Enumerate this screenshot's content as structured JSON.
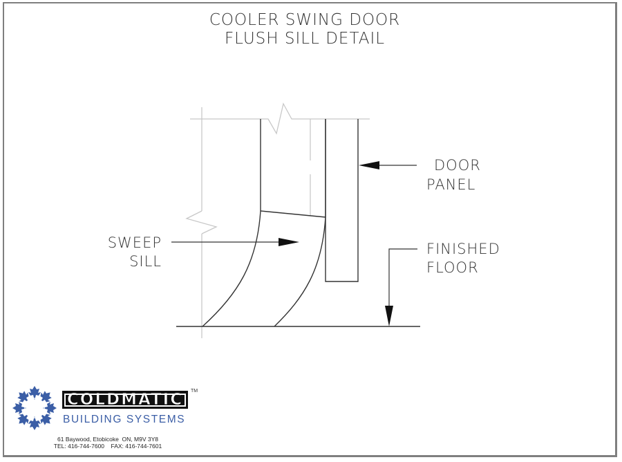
{
  "title": {
    "line1": "COOLER SWING DOOR",
    "line2": "FLUSH SILL DETAIL"
  },
  "labels": {
    "door_panel": {
      "line1": "DOOR",
      "line2": "PANEL"
    },
    "sweep_sill": {
      "line1": "SWEEP",
      "line2": "SILL"
    },
    "finished_floor": {
      "line1": "FINISHED",
      "line2": "FLOOR"
    }
  },
  "logo": {
    "brand": "COLDMATIC",
    "trademark": "TM",
    "subtitle": "BUILDING SYSTEMS",
    "address": "61 Baywood, Etobicoke  ON, M9V 3Y8",
    "phone": "TEL: 416-744-7600    FAX: 416-744-7601",
    "icon": "maple-leaf-ring-icon"
  },
  "colors": {
    "line": "#333333",
    "hidden_line": "#c8c8c8",
    "brand_blue": "#3b5ea6",
    "brand_black": "#111111",
    "border": "#7f7f7f"
  }
}
